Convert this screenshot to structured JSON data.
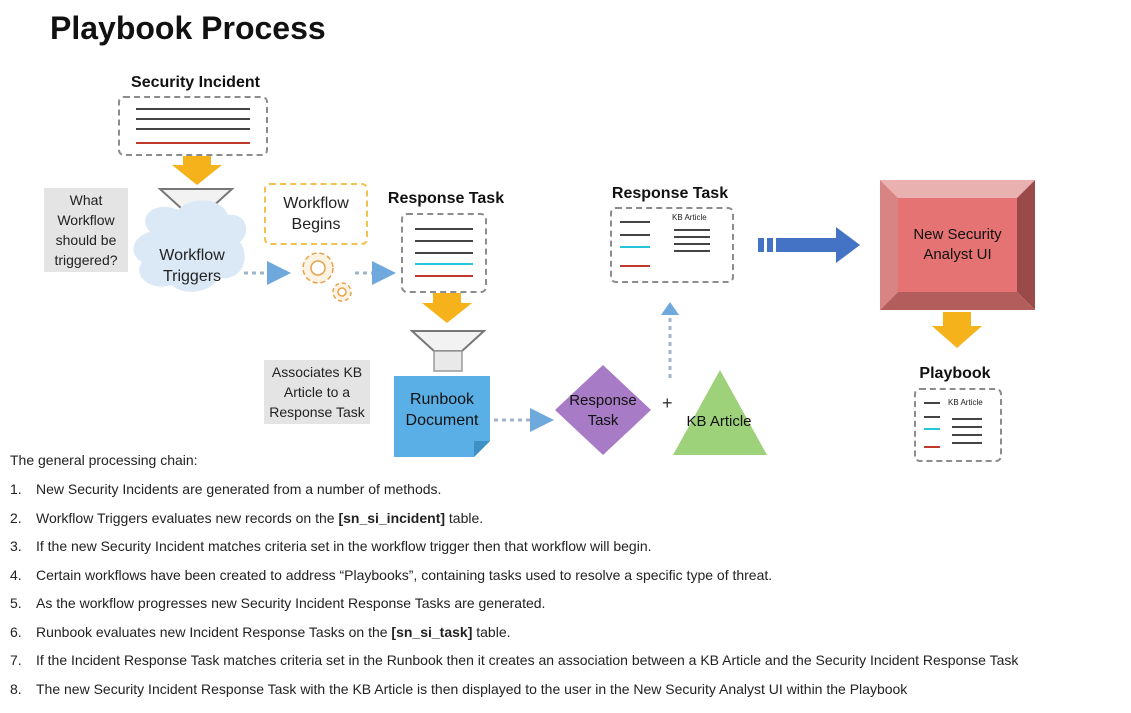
{
  "title": "Playbook Process",
  "security_incident": {
    "label": "Security Incident"
  },
  "callout_workflow": "What Workflow should be triggered?",
  "workflow_triggers": "Workflow Triggers",
  "workflow_begins": "Workflow Begins",
  "response_task_1": {
    "label": "Response Task"
  },
  "response_task_2": {
    "label": "Response Task",
    "kb_article": "KB Article"
  },
  "callout_associates": "Associates KB Article to a Response Task",
  "runbook_document": "Runbook Document",
  "response_task_diamond": "Response Task",
  "plus": "+",
  "kb_article_triangle": "KB Article",
  "new_ui": "New Security Analyst UI",
  "playbook": {
    "label": "Playbook",
    "kb_article": "KB Article"
  },
  "steps": {
    "intro": "The general processing chain:",
    "items": [
      {
        "num": "1.",
        "pre": "New Security Incidents are generated from a number of methods.",
        "bold": "",
        "post": ""
      },
      {
        "num": "2.",
        "pre": "Workflow Triggers evaluates new records on the ",
        "bold": "[sn_si_incident]",
        "post": " table."
      },
      {
        "num": "3.",
        "pre": "If the new Security Incident matches criteria set in the workflow trigger then that workflow will begin.",
        "bold": "",
        "post": ""
      },
      {
        "num": "4.",
        "pre": "Certain workflows have been created to address “Playbooks”, containing tasks used to resolve a specific type of threat.",
        "bold": "",
        "post": ""
      },
      {
        "num": "5.",
        "pre": "As the workflow progresses new Security Incident Response Tasks are generated.",
        "bold": "",
        "post": ""
      },
      {
        "num": "6.",
        "pre": "Runbook evaluates new Incident Response Tasks on the ",
        "bold": "[sn_si_task]",
        "post": " table."
      },
      {
        "num": "7.",
        "pre": "If the Incident Response Task matches criteria set in the Runbook then it creates an association between a KB Article and the Security Incident Response Task",
        "bold": "",
        "post": ""
      },
      {
        "num": "8.",
        "pre": "The new Security Incident Response Task with the KB Article is then displayed to the user in the New Security Analyst UI within the Playbook",
        "bold": "",
        "post": ""
      }
    ]
  },
  "colors": {
    "arrow_yellow": "#f5b21b",
    "arrow_blue": "#4472c4",
    "cloud": "#dbe9f7",
    "runbook": "#5ab0e6",
    "diamond": "#a77bc6",
    "triangle": "#9ed27a",
    "ui_red": "#e57373",
    "dash_orange": "#f2c14e",
    "cyan_line": "#26c6da",
    "red_line": "#c0392b"
  }
}
